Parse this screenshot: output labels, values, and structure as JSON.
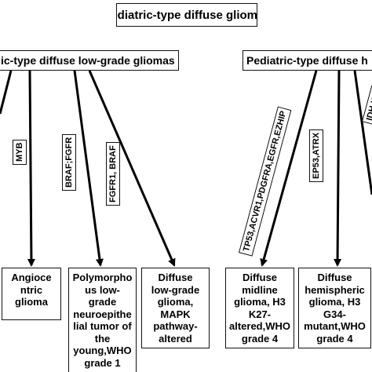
{
  "title": "Pediatric-type diffuse gliomas",
  "headers": {
    "left": "ic-type diffuse low-grade gliomas",
    "right": "Pediatric-type diffuse h"
  },
  "markers": {
    "myb": "MYB",
    "braf_fgfr": "BRAF;FGFR",
    "fgfr1_braf": "FGFR1, BRAF",
    "h3_markers": "TP53,ACVR1,PDGFRA,EGFR,EZHIP",
    "ep53_atrx": "EP53,ATRX",
    "idh": "IDH-WT"
  },
  "leaves": {
    "angiocentric": "Angioce\nntric\nglioma",
    "polymorphous": "Polymorpho\nus low-\ngrade\nneuroepithe\nlial tumor of\nthe\nyoung,WHO\ngrade 1",
    "mapk": "Diffuse\nlow-grade\nglioma,\nMAPK\npathway-\naltered",
    "midline": "Diffuse\nmidline\nglioma, H3\nK27-\naltered,WHO\ngrade 4",
    "hemispheric": "Diffuse\nhemispheric\nglioma, H3\nG34-\nmutant,WHO\ngrade 4"
  }
}
